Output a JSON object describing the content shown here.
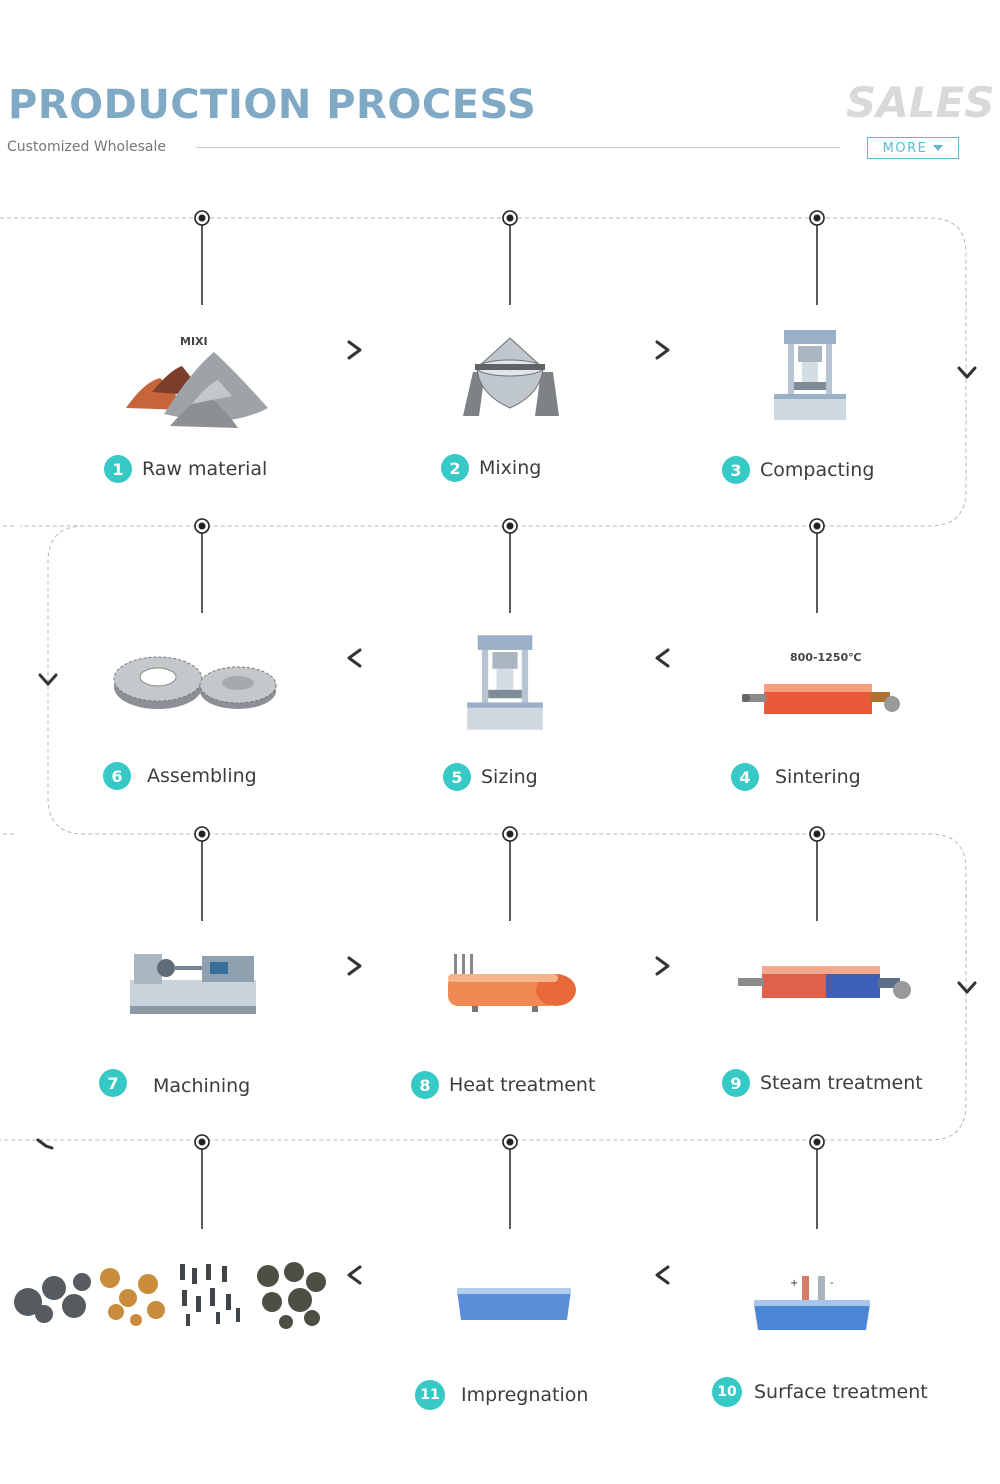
{
  "header": {
    "title": "PRODUCTION PROCESS",
    "subtitle": "Customized Wholesale",
    "watermark": "SALES",
    "more_label": "MORE"
  },
  "steps": [
    {
      "number": "1",
      "label": "Raw material",
      "icon": "powder-piles-icon",
      "icon_text": "MIXI"
    },
    {
      "number": "2",
      "label": "Mixing",
      "icon": "mixer-icon"
    },
    {
      "number": "3",
      "label": "Compacting",
      "icon": "press-icon"
    },
    {
      "number": "4",
      "label": "Sintering",
      "icon": "furnace-icon",
      "icon_text": "800-1250℃"
    },
    {
      "number": "5",
      "label": "Sizing",
      "icon": "press-icon"
    },
    {
      "number": "6",
      "label": "Assembling",
      "icon": "gears-icon"
    },
    {
      "number": "7",
      "label": "Machining",
      "icon": "lathe-icon"
    },
    {
      "number": "8",
      "label": "Heat treatment",
      "icon": "heat-tank-icon"
    },
    {
      "number": "9",
      "label": "Steam treatment",
      "icon": "furnace-icon"
    },
    {
      "number": "10",
      "label": "Surface treatment",
      "icon": "plating-bath-icon"
    },
    {
      "number": "11",
      "label": "Impregnation",
      "icon": "oil-bath-icon"
    }
  ],
  "final_products_icon": "finished-parts-icon",
  "colors": {
    "title": "#7fa9c4",
    "badge": "#36c9c6",
    "more": "#5fb9d2",
    "line": "#b8b8b8",
    "stem": "#333333"
  }
}
